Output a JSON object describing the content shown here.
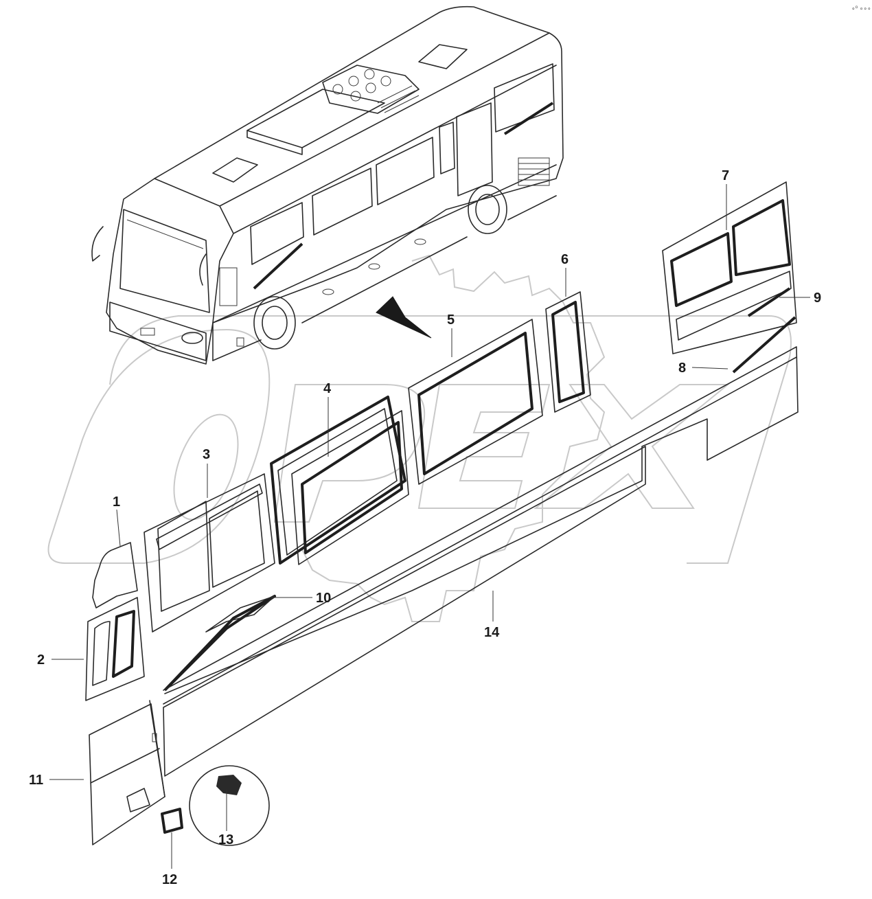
{
  "watermark": {
    "text": "OPEX",
    "color": "#c9c9c9"
  },
  "corner_mark": "∘⁰ ∘∘∘",
  "callouts": [
    {
      "id": "1",
      "label": "1"
    },
    {
      "id": "2",
      "label": "2"
    },
    {
      "id": "3",
      "label": "3"
    },
    {
      "id": "4",
      "label": "4"
    },
    {
      "id": "5",
      "label": "5"
    },
    {
      "id": "6",
      "label": "6"
    },
    {
      "id": "7",
      "label": "7"
    },
    {
      "id": "8",
      "label": "8"
    },
    {
      "id": "9",
      "label": "9"
    },
    {
      "id": "10",
      "label": "10"
    },
    {
      "id": "11",
      "label": "11"
    },
    {
      "id": "12",
      "label": "12"
    },
    {
      "id": "13",
      "label": "13"
    },
    {
      "id": "14",
      "label": "14"
    }
  ],
  "colors": {
    "line": "#2a2a2a",
    "background": "#ffffff"
  }
}
